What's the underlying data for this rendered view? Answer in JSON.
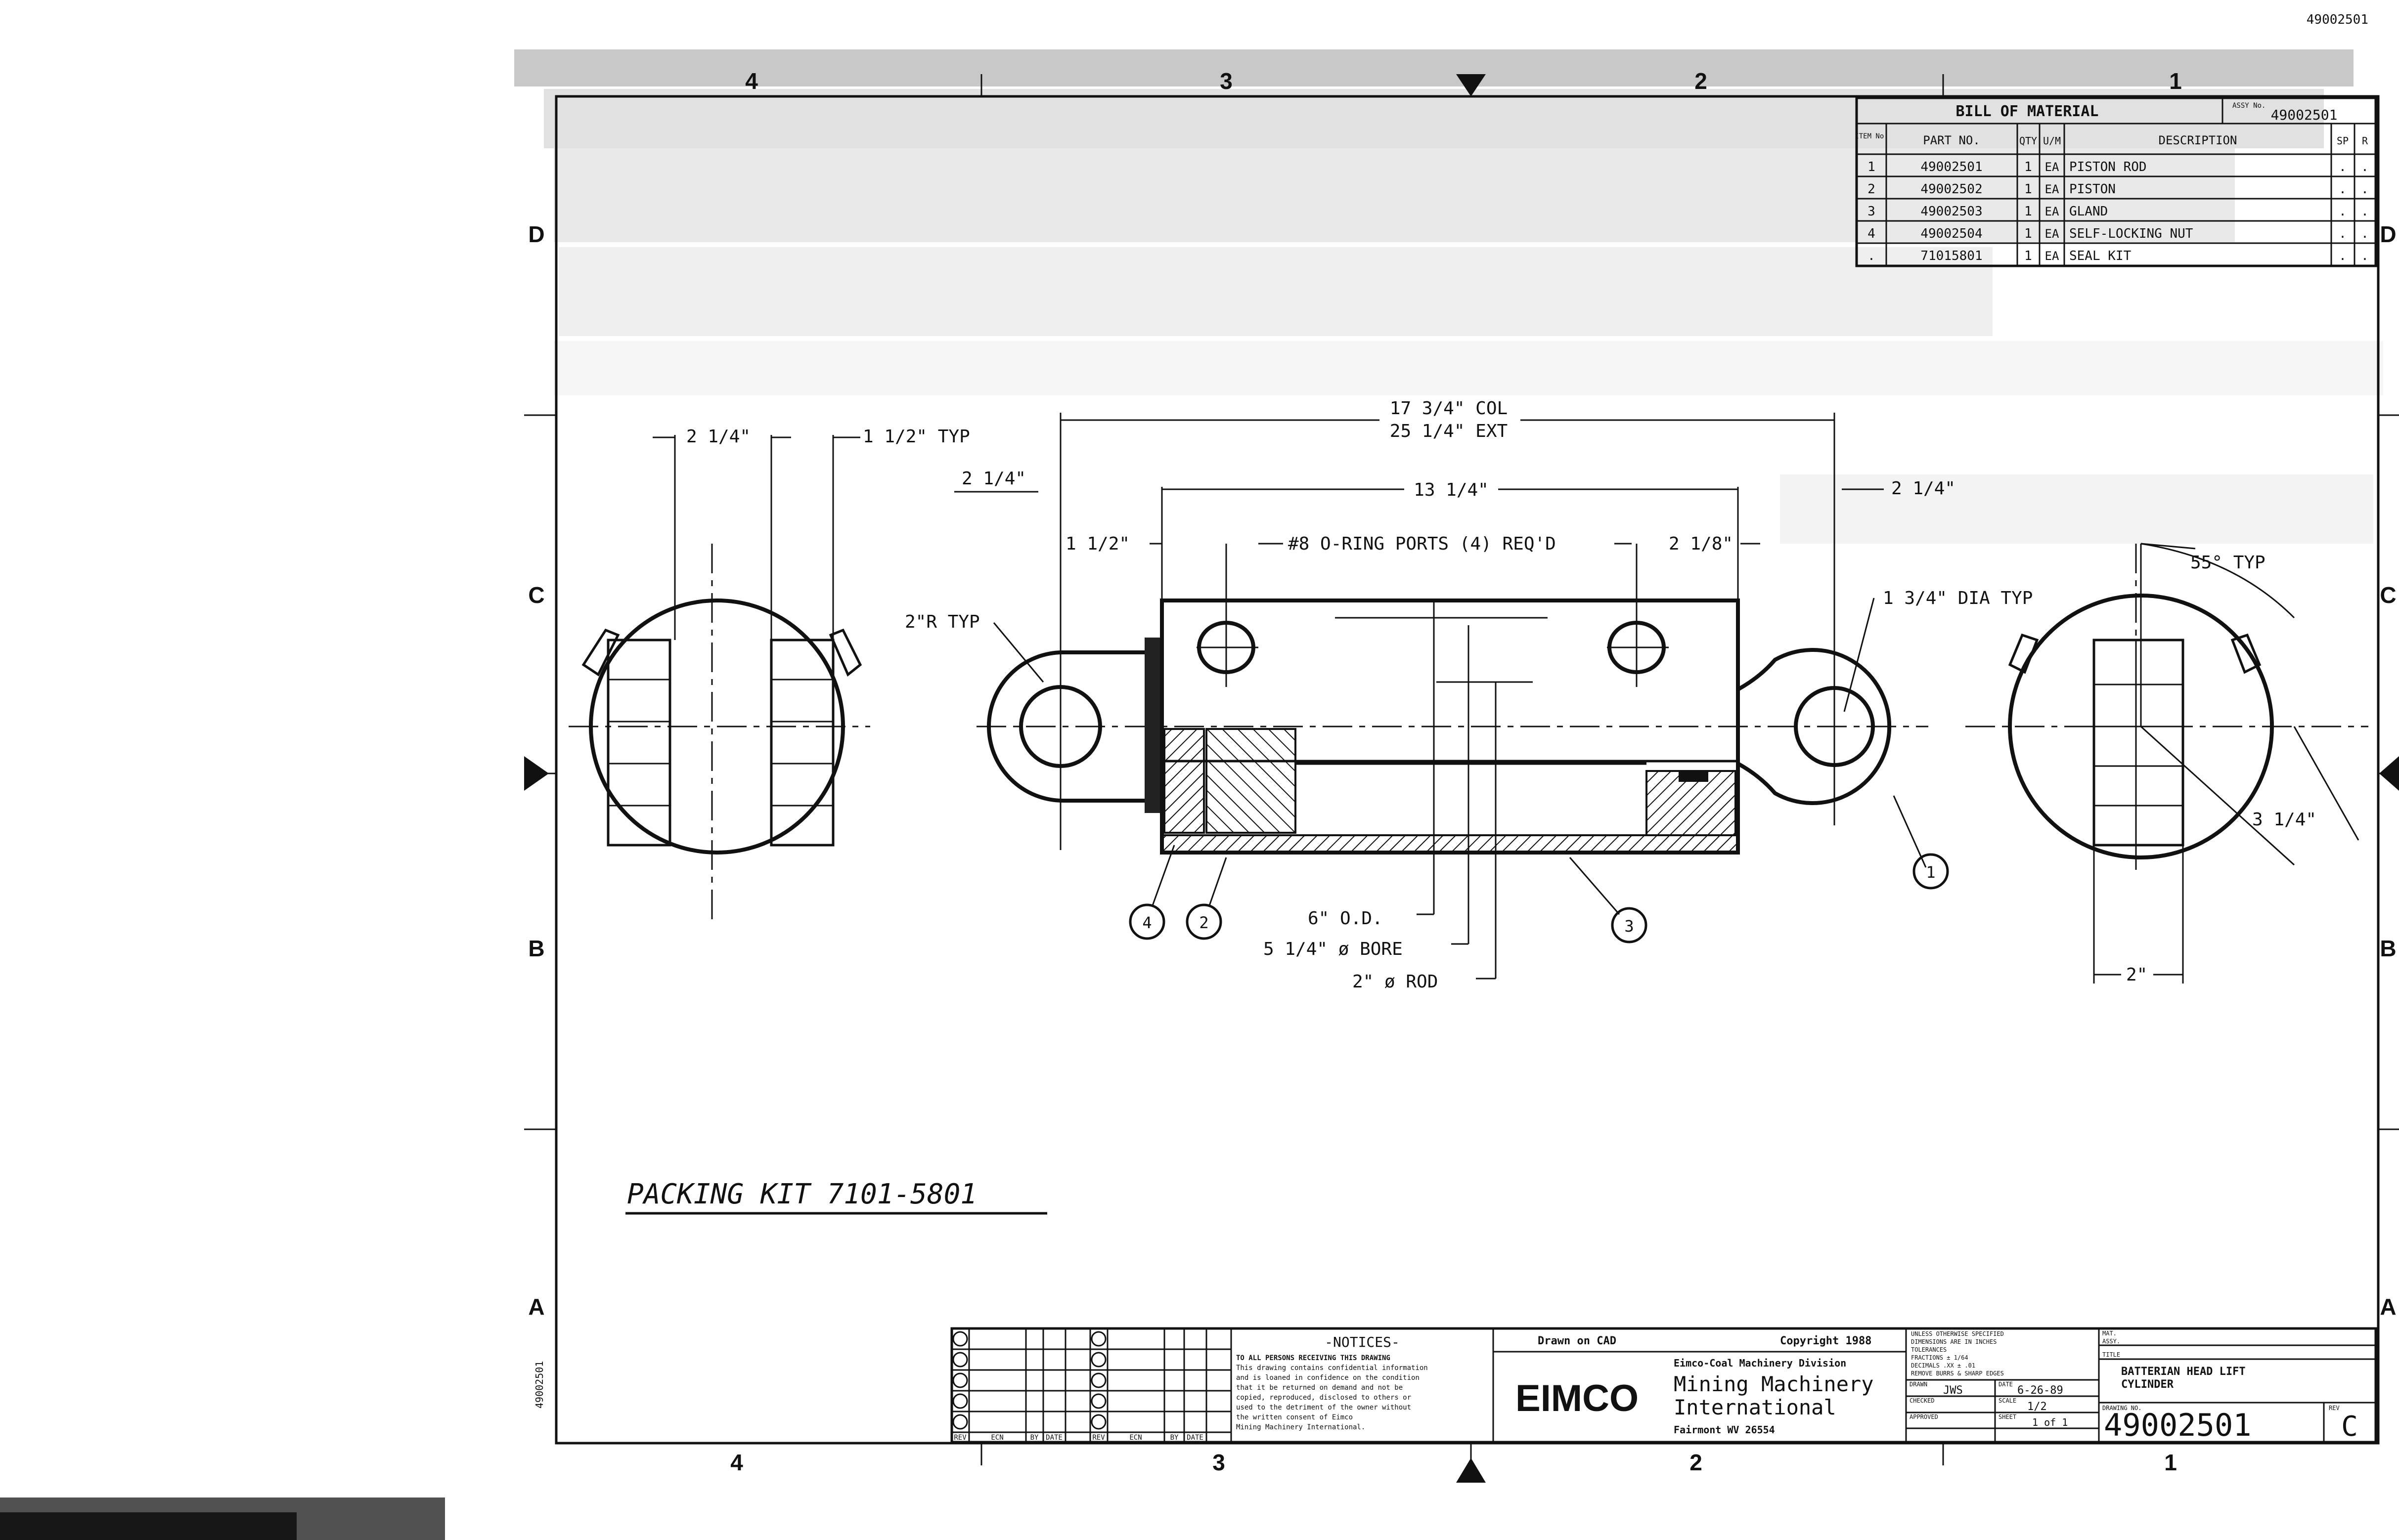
{
  "doc_id_top_right": "49002501",
  "border": {
    "columns": [
      "4",
      "3",
      "2",
      "1"
    ],
    "rows": [
      "D",
      "C",
      "B",
      "A"
    ],
    "side_note": "49002501"
  },
  "bom": {
    "title": "BILL OF MATERIAL",
    "part_no_label": "ASSY No.",
    "part_no": "49002501",
    "headers": {
      "item": "ITEM No.",
      "part": "PART NO.",
      "qty": "QTY",
      "um": "U/M",
      "desc": "DESCRIPTION",
      "sp": "SP",
      "r": "R"
    },
    "rows": [
      {
        "item": "1",
        "part": "49002501",
        "qty": "1",
        "um": "EA",
        "desc": "PISTON ROD",
        "sp": ".",
        "r": "."
      },
      {
        "item": "2",
        "part": "49002502",
        "qty": "1",
        "um": "EA",
        "desc": "PISTON",
        "sp": ".",
        "r": "."
      },
      {
        "item": "3",
        "part": "49002503",
        "qty": "1",
        "um": "EA",
        "desc": "GLAND",
        "sp": ".",
        "r": "."
      },
      {
        "item": "4",
        "part": "49002504",
        "qty": "1",
        "um": "EA",
        "desc": "SELF-LOCKING NUT",
        "sp": ".",
        "r": "."
      },
      {
        "item": ".",
        "part": "71015801",
        "qty": "1",
        "um": "EA",
        "desc": "SEAL KIT",
        "sp": ".",
        "r": "."
      }
    ]
  },
  "dims": {
    "left_2_1_4": "2 1/4\"",
    "left_1_1_2_typ": "1 1/2\" TYP",
    "col": "17 3/4\" COL",
    "ext": "25 1/4\" EXT",
    "top_2_1_4": "2 1/4\"",
    "stroke": "13 1/4\"",
    "right_2_1_4": "2 1/4\"",
    "port_1_1_2": "1 1/2\"",
    "ports": "#8 O-RING PORTS (4) REQ'D",
    "port_2_1_8": "2 1/8\"",
    "radius": "2\"R TYP",
    "dia": "1 3/4\" DIA TYP",
    "angle": "55° TYP",
    "right_3_1_4": "3 1/4\"",
    "right_2": "2\"",
    "od": "6\" O.D.",
    "bore": "5 1/4\" ø BORE",
    "rod": "2\" ø ROD"
  },
  "balloons": [
    "1",
    "2",
    "3",
    "4"
  ],
  "packing_kit": "PACKING KIT 7101-5801",
  "title_block": {
    "notices_title": "-NOTICES-",
    "notices_text": [
      "TO ALL PERSONS RECEIVING THIS DRAWING",
      "This drawing contains confidential information",
      "and is loaned in confidence on the condition",
      "that it be returned on demand and not be",
      "copied, reproduced, disclosed to others or",
      "used to the detriment of the owner without",
      "the written consent of Eimco",
      "Mining Machinery International."
    ],
    "revision_headers": [
      "REV",
      "ECN",
      "BY",
      "DATE",
      "REV",
      "ECN",
      "BY",
      "DATE"
    ],
    "drawn_on": "Drawn on CAD",
    "copyright": "Copyright 1988",
    "company_logo": "EIMCO",
    "division": "Eimco-Coal Machinery Division",
    "company_line1": "Mining Machinery",
    "company_line2": "International",
    "address": "Fairmont WV 26554",
    "tolerances": [
      "UNLESS OTHERWISE SPECIFIED",
      "DIMENSIONS ARE IN INCHES",
      "TOLERANCES",
      "FRACTIONS ± 1/64",
      "DECIMALS .XX ± .01",
      "REMOVE BURRS & SHARP EDGES"
    ],
    "drawn_label": "DRAWN",
    "drawn_value": "JWS",
    "date_label": "DATE",
    "date_value": "6-26-89",
    "checked_label": "CHECKED",
    "scale_label": "SCALE",
    "scale_value": "1/2",
    "approved_label": "APPROVED",
    "sheet_label": "SHEET",
    "sheet_value": "1 of 1",
    "mat_label": "MAT.",
    "assy_label": "ASSY.",
    "title_label": "TITLE",
    "title_line1": "BATTERIAN HEAD LIFT",
    "title_line2": "CYLINDER",
    "dwg_label": "DRAWING NO.",
    "drawing_no": "49002501",
    "rev_label": "REV",
    "rev": "C"
  }
}
